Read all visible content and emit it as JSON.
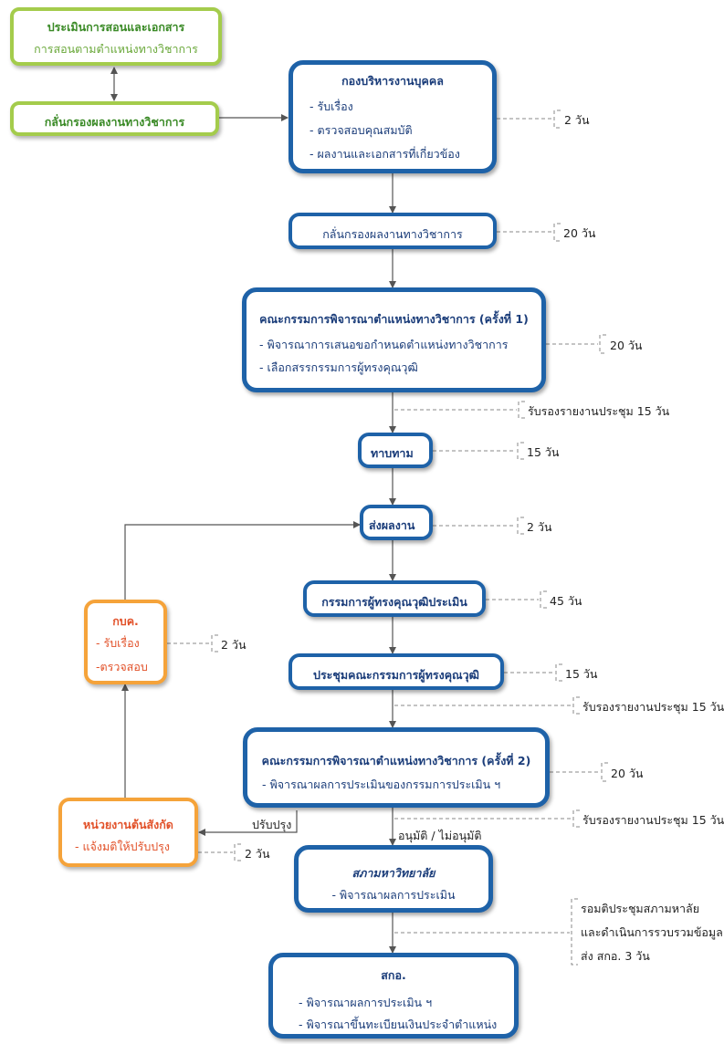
{
  "top_green": {
    "title": "ประเมินการสอนและเอกสาร",
    "subtitle": "การสอนตามตำแหน่งทางวิชาการ"
  },
  "screen_green": {
    "title": "กลั่นกรองผลงานทางวิชาการ"
  },
  "personnel": {
    "title": "กองบริหารงานบุคคล",
    "items": [
      "- รับเรื่อง",
      "- ตรวจสอบคุณสมบัติ",
      "- ผลงานและเอกสารที่เกี่ยวข้อง"
    ]
  },
  "screen_blue": {
    "title": "กลั่นกรองผลงานทางวิชาการ"
  },
  "committee1": {
    "title": "คณะกรรมการพิจารณาตำแหน่งทางวิชาการ (ครั้งที่ 1)",
    "items": [
      "- พิจารณาการเสนอขอกำหนดตำแหน่งทางวิชาการ",
      "- เลือกสรรกรรมการผู้ทรงคุณวุฒิ"
    ]
  },
  "contact": {
    "title": "ทาบทาม"
  },
  "send": {
    "title": "ส่งผลงาน"
  },
  "experts": {
    "title": "กรรมการผู้ทรงคุณวุฒิประเมิน"
  },
  "meeting": {
    "title": "ประชุมคณะกรรมการผู้ทรงคุณวุฒิ"
  },
  "committee2": {
    "title": "คณะกรรมการพิจารณาตำแหน่งทางวิชาการ (ครั้งที่ 2)",
    "items": [
      "- พิจารณาผลการประเมินของกรรมการประเมิน ฯ"
    ]
  },
  "council": {
    "title": "สภามหาวิทยาลัย",
    "items": [
      "- พิจารณาผลการประเมิน"
    ]
  },
  "ohec": {
    "title": "สกอ.",
    "items": [
      "- พิจารณาผลการประเมิน ฯ",
      "- พิจารณาขึ้นทะเบียนเงินประจำตำแหน่ง"
    ]
  },
  "kbk": {
    "title": "กบค.",
    "items": [
      "- รับเรื่อง",
      "-ตรวจสอบ"
    ]
  },
  "unit": {
    "title": "หน่วยงานต้นสังกัด",
    "items": [
      "- แจ้งมติให้ปรับปรุง"
    ]
  },
  "notes": {
    "n_personnel": "2 วัน",
    "n_screen": "20 วัน",
    "n_committee1": "20 วัน",
    "n_certify1": "รับรองรายงานประชุม 15 วัน",
    "n_contact": "15 วัน",
    "n_send": "2 วัน",
    "n_experts": "45 วัน",
    "n_kbk": "2 วัน",
    "n_meeting": "15 วัน",
    "n_certify2": "รับรองรายงานประชุม 15 วัน",
    "n_committee2": "20 วัน",
    "n_certify3": "รับรองรายงานประชุม 15 วัน",
    "n_unit": "2 วัน",
    "n_council": [
      "รอมติประชุมสภามหาลัย",
      "และดำเนินการรวบรวมข้อมูล",
      "ส่ง สกอ. 3 วัน"
    ]
  },
  "labels": {
    "improve": "ปรับปรุง",
    "approve": "อนุมัติ / ไม่อนุมัติ"
  },
  "colors": {
    "blue": "#1e62a8",
    "green": "#a4cc4c",
    "orange": "#f5a33a",
    "arrow": "#555555"
  }
}
